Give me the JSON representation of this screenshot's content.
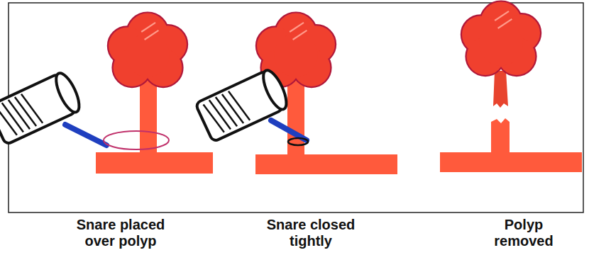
{
  "diagram": {
    "labels": [
      "Snare placed over polyp",
      "Snare closed tightly",
      "Polyp removed"
    ]
  }
}
